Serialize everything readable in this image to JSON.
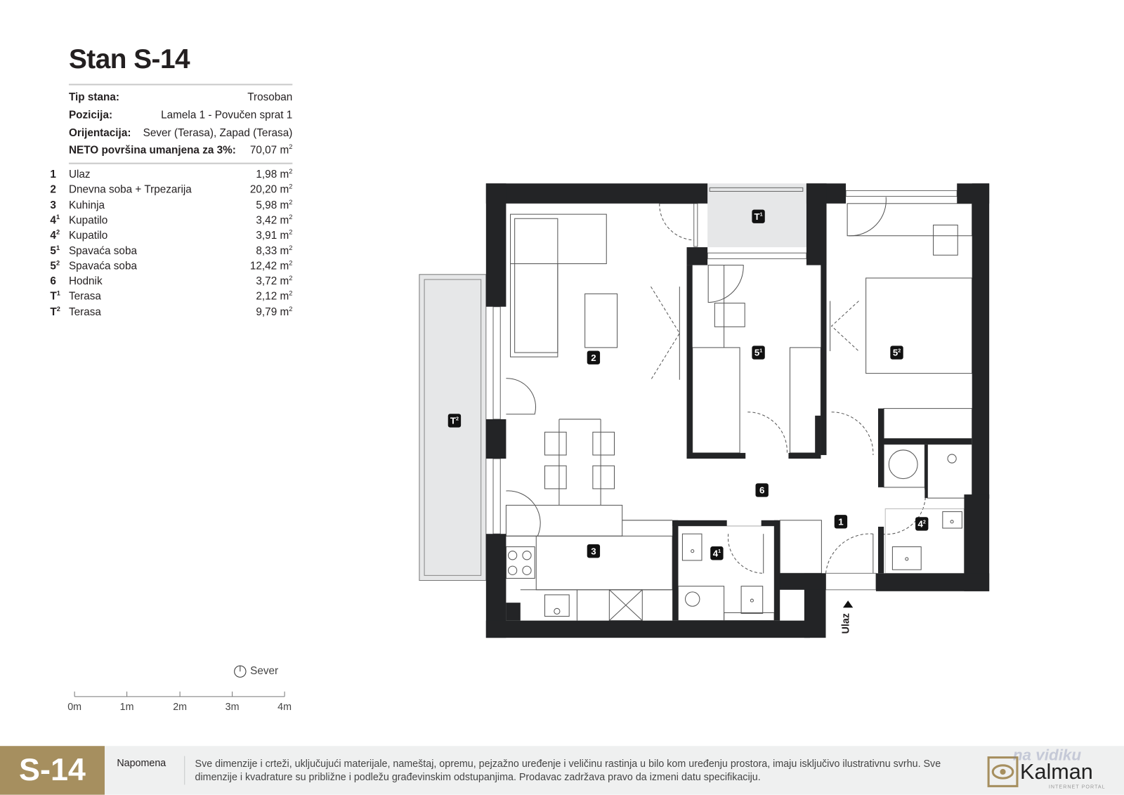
{
  "header": {
    "title": "Stan S-14"
  },
  "info": [
    {
      "label": "Tip stana:",
      "value": "Trosoban"
    },
    {
      "label": "Pozicija:",
      "value": "Lamela 1 - Povučen sprat 1"
    },
    {
      "label": "Orijentacija:",
      "value": "Sever (Terasa), Zapad (Terasa)"
    },
    {
      "label": "NETO površina umanjena za 3%:",
      "value": "70,07 m",
      "unit_sup": "2"
    }
  ],
  "rooms": [
    {
      "num": "1",
      "sup": "",
      "name": "Ulaz",
      "area": "1,98 m"
    },
    {
      "num": "2",
      "sup": "",
      "name": "Dnevna soba + Trpezarija",
      "area": "20,20 m"
    },
    {
      "num": "3",
      "sup": "",
      "name": "Kuhinja",
      "area": "5,98 m"
    },
    {
      "num": "4",
      "sup": "1",
      "name": "Kupatilo",
      "area": "3,42 m"
    },
    {
      "num": "4",
      "sup": "2",
      "name": "Kupatilo",
      "area": "3,91 m"
    },
    {
      "num": "5",
      "sup": "1",
      "name": "Spavaća soba",
      "area": "8,33 m"
    },
    {
      "num": "5",
      "sup": "2",
      "name": "Spavaća soba",
      "area": "12,42 m"
    },
    {
      "num": "6",
      "sup": "",
      "name": "Hodnik",
      "area": "3,72 m"
    },
    {
      "num": "T",
      "sup": "1",
      "name": "Terasa",
      "area": "2,12 m"
    },
    {
      "num": "T",
      "sup": "2",
      "name": "Terasa",
      "area": "9,79 m"
    }
  ],
  "area_unit_sup": "2",
  "plan": {
    "entrance_label": "Ulaz",
    "tags": {
      "r1": "1",
      "r2": "2",
      "r3": "3",
      "r4a": "4",
      "r4b": "4",
      "r5a": "5",
      "r5b": "5",
      "r6": "6",
      "t1": "T",
      "t2": "T",
      "sup1": "1",
      "sup2": "2"
    }
  },
  "compass": {
    "label": "Sever"
  },
  "scale": {
    "ticks": [
      "0m",
      "1m",
      "2m",
      "3m",
      "4m"
    ]
  },
  "footer": {
    "badge": "S-14",
    "note_label": "Napomena",
    "note": "Sve dimenzije i crteži, uključujući materijale, nameštaj, opremu, pejzažno uređenje i veličinu rastinja u bilo kom uređenju prostora, imaju isključivo ilustrativnu svrhu. Sve dimenzije i kvadrature su približne i podležu građevinskim odstupanjima. Prodavac zadržava pravo da izmeni datu specifikaciju.",
    "logo": "Kalman",
    "watermark": "na vidiku",
    "watermark_sub": "INTERNET PORTAL"
  },
  "colors": {
    "wall": "#232426",
    "terrace": "#e6e7e8",
    "gold": "#a68f5f",
    "footer_bg": "#eff0f0"
  }
}
